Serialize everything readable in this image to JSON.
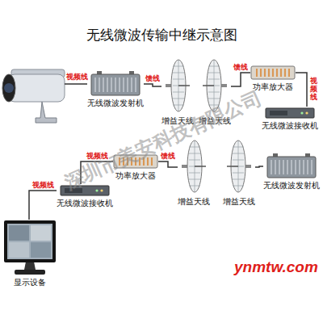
{
  "diagram": {
    "title": "无线微波传输中继示意图",
    "nodes": [
      {
        "text": [
          "无线微波发射机"
        ]
      },
      {
        "text": [
          "增益天线"
        ]
      },
      {
        "text": [
          "增益天线"
        ]
      },
      {
        "text": [
          "功率放大器"
        ]
      },
      {
        "text": [
          "无线微波接收机"
        ]
      },
      {
        "text": [
          "功率放大器"
        ]
      },
      {
        "text": [
          "增益天线"
        ]
      },
      {
        "text": [
          "增益天线"
        ]
      },
      {
        "text": [
          "无线微波发射机"
        ]
      },
      {
        "text": [
          "无线微波接收机"
        ]
      },
      {
        "text": [
          "显示设备"
        ]
      }
    ],
    "edges": [
      {
        "from": 0,
        "to": 1,
        "label": "馈线",
        "arrow": "none"
      },
      {
        "from": 2,
        "to": 3,
        "label": "馈线",
        "arrow": "none"
      },
      {
        "from": 3,
        "to": 4,
        "label": "视频线",
        "arrow": "none"
      },
      {
        "from": 8,
        "to": 7,
        "arrow": "none"
      },
      {
        "from": 6,
        "to": 5,
        "label": "馈线",
        "arrow": "none"
      },
      {
        "from": 5,
        "to": 9,
        "label": "视频线",
        "arrow": "none"
      },
      {
        "from": 9,
        "to": 10,
        "label": "视频线",
        "arrow": "none"
      }
    ],
    "labels": [
      "视频线",
      "深圳市美安科技有限公司",
      "ynmtw.com"
    ]
  }
}
